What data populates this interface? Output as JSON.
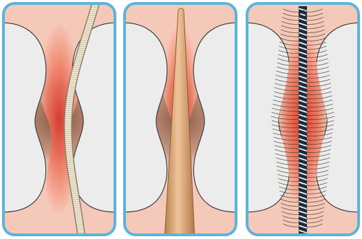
{
  "figure": {
    "panels": [
      {
        "id": "panel-1",
        "subject": "frayed-fiber-strand"
      },
      {
        "id": "panel-2",
        "subject": "tapered-wooden-rod"
      },
      {
        "id": "panel-3",
        "subject": "twisted-coil-with-fibers"
      }
    ],
    "colors": {
      "frame": "#5cb5d9",
      "background": "#ececec",
      "outer": "#9a9a9a",
      "tissue_light": "#f6c4b2",
      "tissue_core": "#e24a3c",
      "halo": "#7a4a34",
      "rod": "#d9a57a",
      "strand": "#ebe1cc",
      "coil_dark": "#1f2a3a",
      "coil_light": "#e9f3f7"
    }
  }
}
